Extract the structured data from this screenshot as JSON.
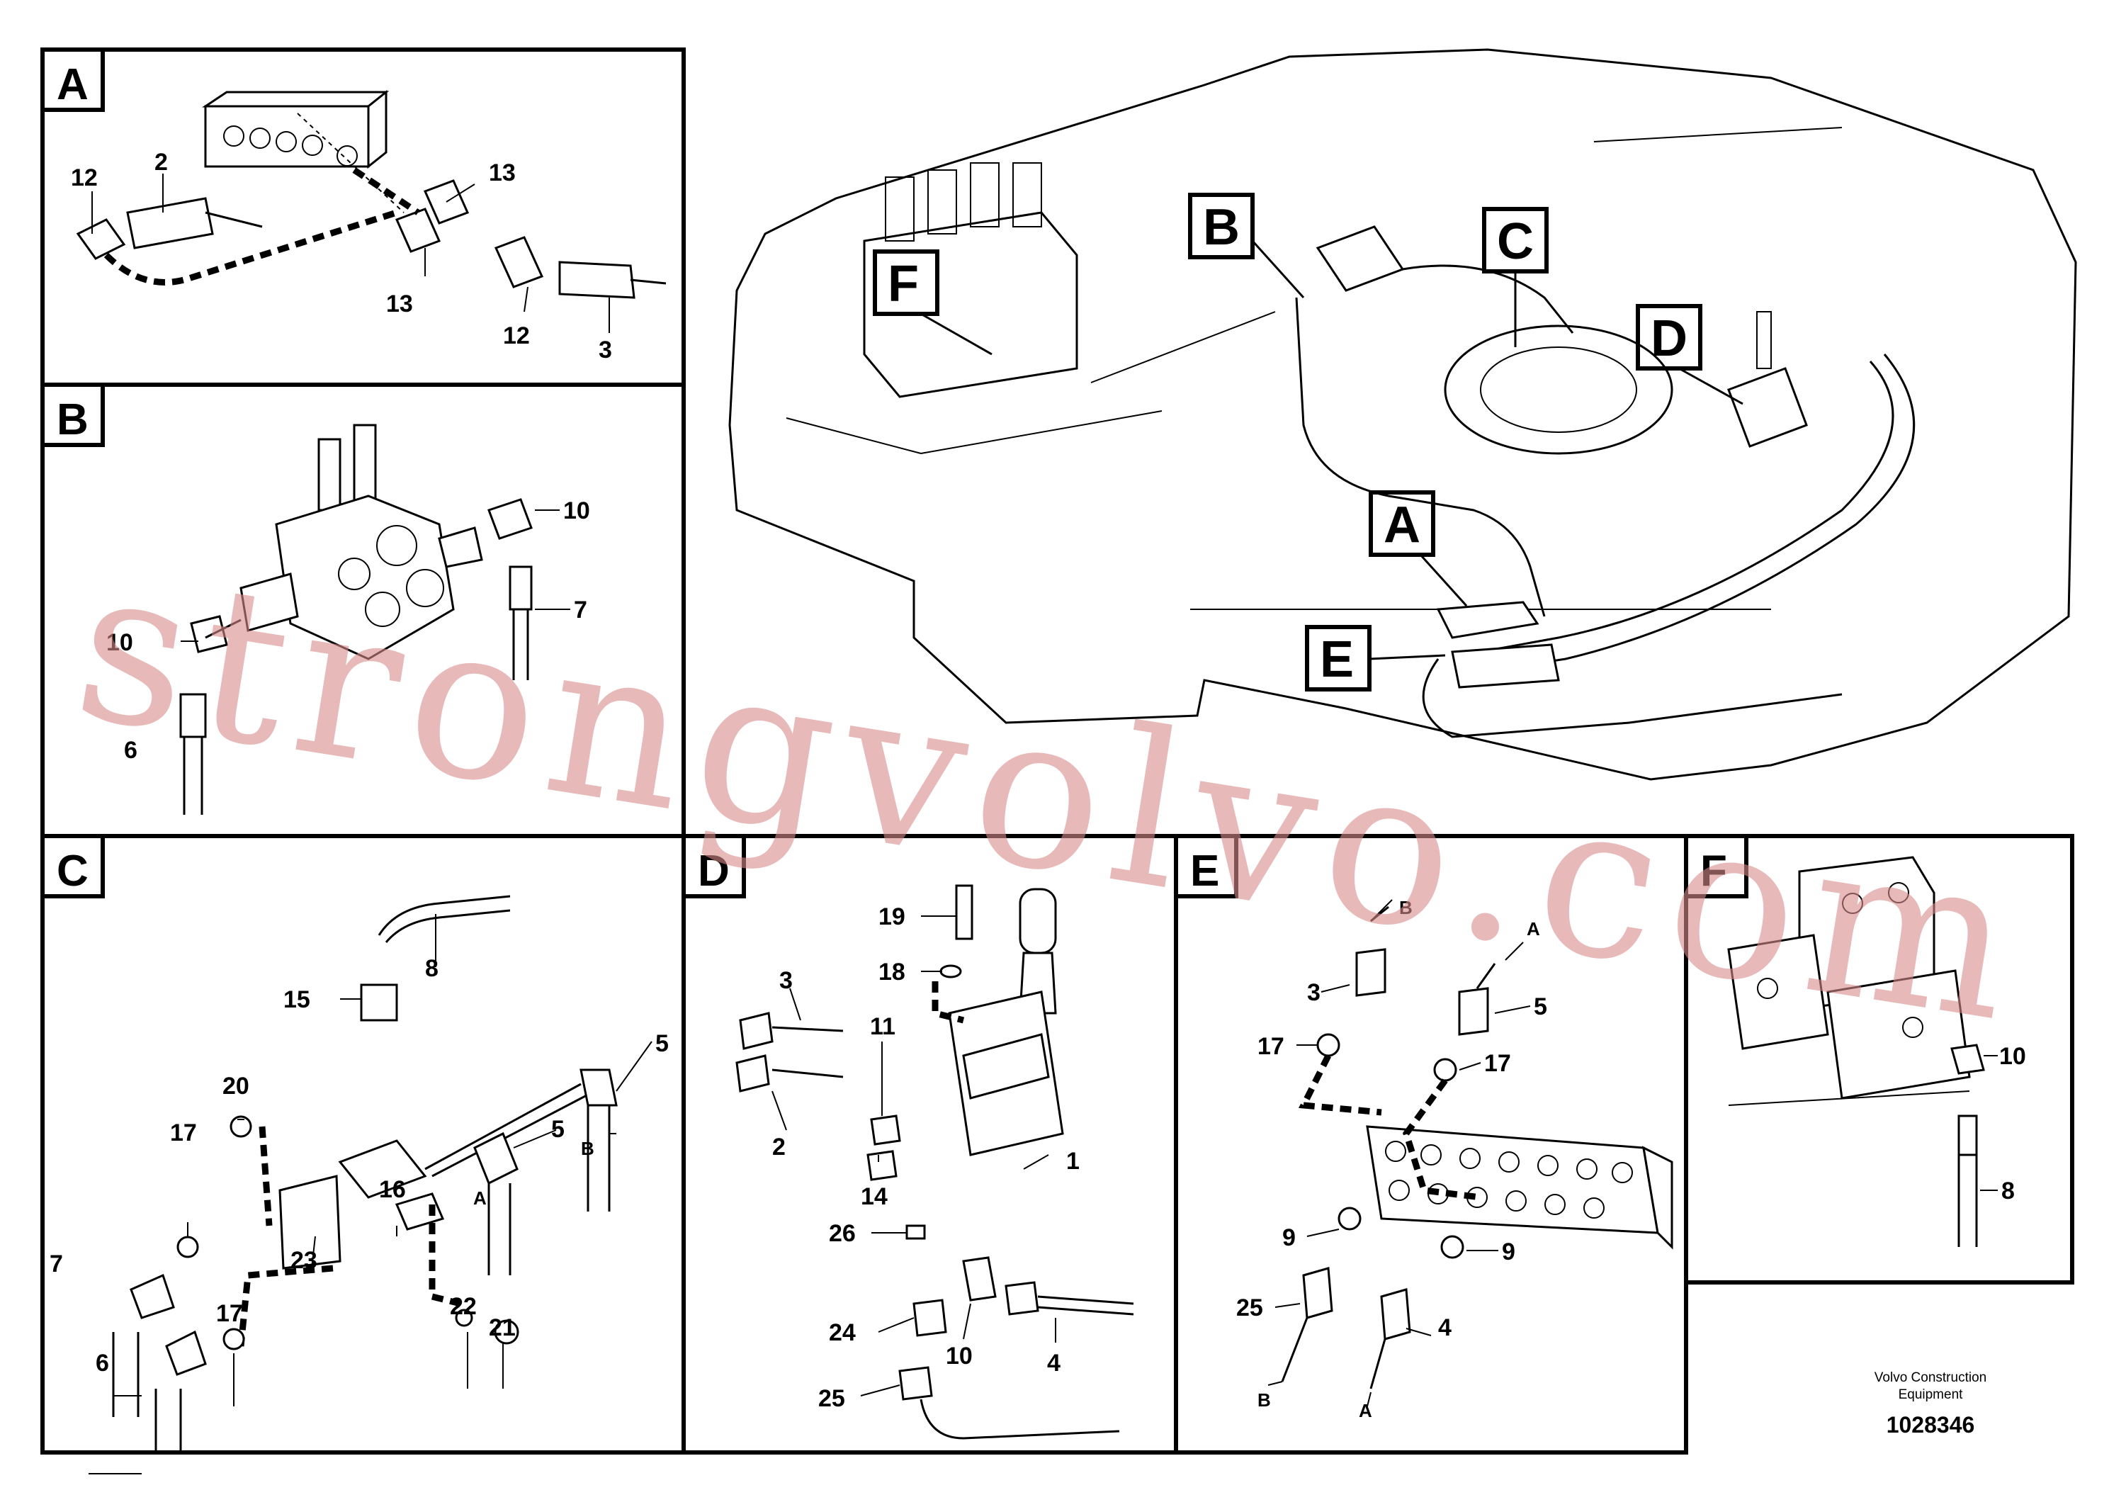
{
  "panels": {
    "A": {
      "letter": "A",
      "labels": {
        "l12a": "12",
        "l2": "2",
        "l13a": "13",
        "l13b": "13",
        "l12b": "12",
        "l3": "3"
      }
    },
    "B": {
      "letter": "B",
      "labels": {
        "l10a": "10",
        "l7": "7",
        "l10b": "10",
        "l6": "6"
      }
    },
    "C": {
      "letter": "C",
      "labels": {
        "l8": "8",
        "l15": "15",
        "l20": "20",
        "l17a": "17",
        "l5a": "5",
        "l5b": "5",
        "lB": "B",
        "l16": "16",
        "l7": "7",
        "l23": "23",
        "l17b": "17",
        "lA": "A",
        "l22": "22",
        "l21": "21",
        "l6": "6"
      }
    },
    "D": {
      "letter": "D",
      "labels": {
        "l19": "19",
        "l18": "18",
        "l3": "3",
        "l11": "11",
        "l2": "2",
        "l14": "14",
        "l1": "1",
        "l26": "26",
        "l24": "24",
        "l10": "10",
        "l4": "4",
        "l25": "25"
      }
    },
    "E": {
      "letter": "E",
      "labels": {
        "lB": "B",
        "lA": "A",
        "l3": "3",
        "l5": "5",
        "l17a": "17",
        "l17b": "17",
        "l9a": "9",
        "l9b": "9",
        "l25": "25",
        "l4": "4",
        "lBb": "B",
        "lAb": "A"
      }
    },
    "F": {
      "letter": "F",
      "labels": {
        "l10": "10",
        "l8": "8"
      }
    }
  },
  "overview": {
    "callouts": {
      "A": "A",
      "B": "B",
      "C": "C",
      "D": "D",
      "E": "E",
      "F": "F"
    }
  },
  "footer": {
    "company_line1": "Volvo Construction",
    "company_line2": "Equipment",
    "document_number": "1028346"
  },
  "watermark": "strongvolvo.com"
}
